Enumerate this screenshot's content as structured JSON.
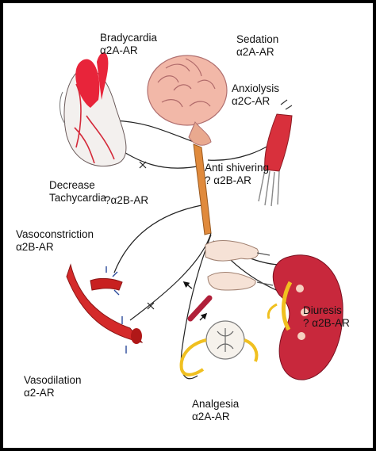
{
  "labels": {
    "bradycardia": {
      "effect": "Bradycardia",
      "receptor": "α2A-AR"
    },
    "sedation": {
      "effect": "Sedation",
      "receptor": "α2A-AR"
    },
    "anxiolysis": {
      "effect": "Anxiolysis",
      "receptor": "α2C-AR"
    },
    "antishivering": {
      "effect": "Anti shivering",
      "receptor": "? α2B-AR"
    },
    "tachycardia": {
      "effect_line1": "Decrease",
      "effect_line2": "Tachycardia",
      "receptor": "?α2B-AR"
    },
    "vasoconstriction": {
      "effect": "Vasoconstriction",
      "receptor": "α2B-AR"
    },
    "diuresis": {
      "effect": "Diuresis",
      "receptor": "? α2B-AR"
    },
    "vasodilation": {
      "effect": "Vasodilation",
      "receptor": "α2-AR"
    },
    "analgesia": {
      "effect": "Analgesia",
      "receptor": "α2A-AR"
    }
  },
  "colors": {
    "frame": "#000000",
    "background": "#ffffff",
    "brain": "#f2b8a8",
    "brainstem": "#e08a3c",
    "heart": "#e8243a",
    "muscle": "#d8303c",
    "vessel": "#d42a2a",
    "kidney": "#c8283c",
    "nerve": "#f0c020"
  },
  "icons": [
    "heart-icon",
    "brain-icon",
    "spinal-cord-icon",
    "muscle-icon",
    "blood-vessel-icon",
    "kidney-icon",
    "hand-icon",
    "spinal-section-icon"
  ]
}
